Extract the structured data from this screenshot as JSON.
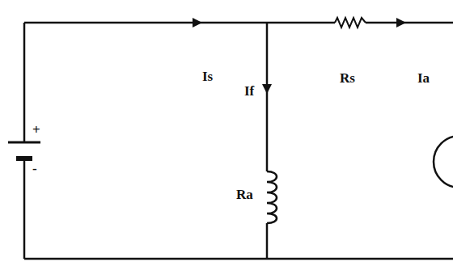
{
  "diagram": {
    "labels": [
      "+",
      "-",
      "Is",
      "If",
      "Ra",
      "Rs",
      "Ia"
    ]
  }
}
